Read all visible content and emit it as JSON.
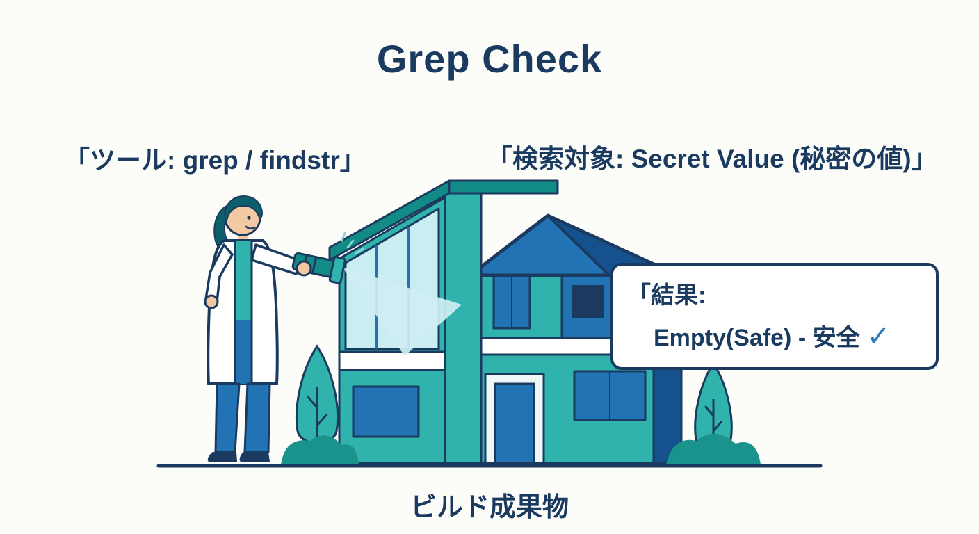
{
  "page": {
    "title": "Grep Check"
  },
  "annotations": {
    "tool_label": "「ツール: grep / findstr」",
    "target_label": "「検索対象: Secret Value (秘密の値)」",
    "artifact_label": "ビルド成果物"
  },
  "result_box": {
    "line1": "「結果:",
    "line2": "Empty(Safe) - 安全",
    "check": "✓"
  },
  "colors": {
    "navy": "#1a3a5f",
    "teal": "#2fb3ac",
    "teal_dark": "#128a85",
    "blue": "#2273b4",
    "blue_dark": "#15518c",
    "glass": "#c9edf0",
    "beam": "#cfeef3",
    "skin": "#f2c9a2",
    "hair": "#0d5f6b",
    "bush": "#1a938d",
    "check_blue": "#2b7abc",
    "bg": "#fcfcf9"
  }
}
